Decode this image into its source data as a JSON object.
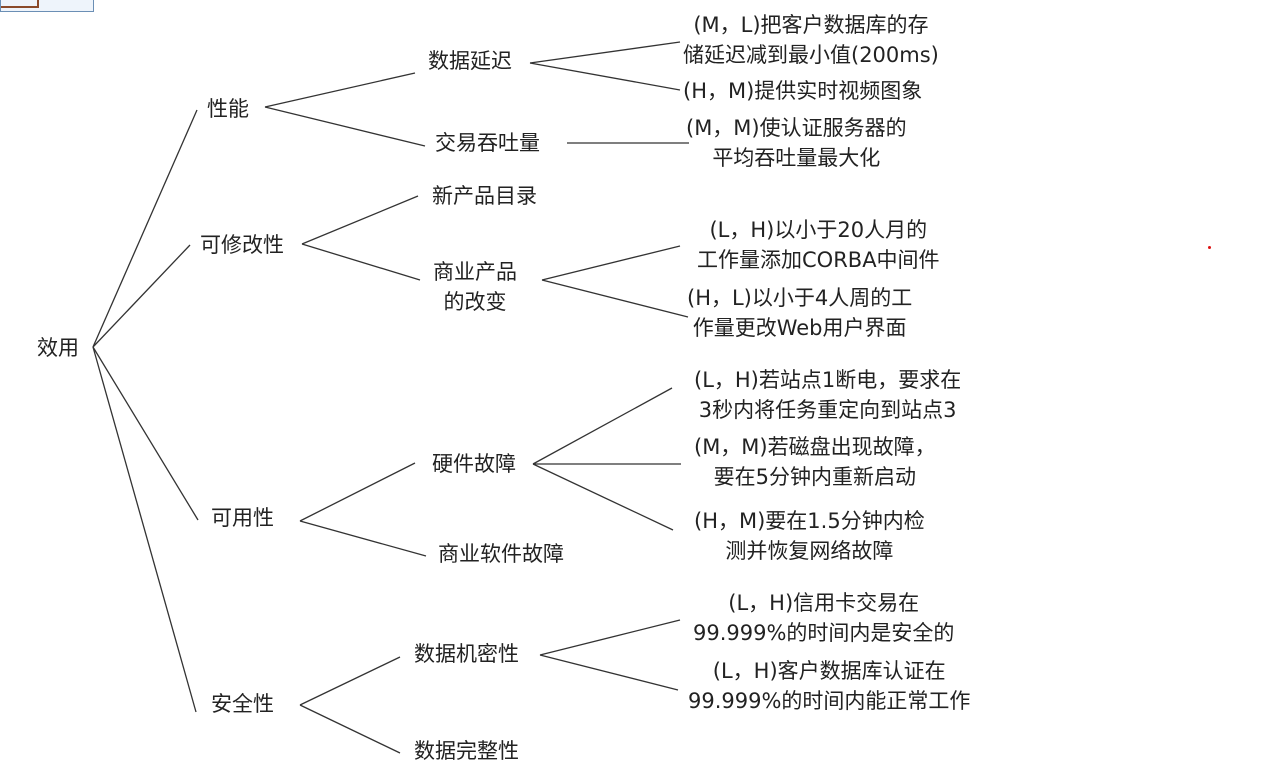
{
  "root": "效用",
  "attributes": [
    {
      "name": "性能",
      "refinements": [
        {
          "name": "数据延迟",
          "scenarios": [
            [
              "(M，L)把客户数据库的存",
              "储延迟减到最小值(200ms)"
            ],
            [
              "(H，M)提供实时视频图象"
            ]
          ]
        },
        {
          "name": "交易吞吐量",
          "scenarios": [
            [
              "(M，M)使认证服务器的",
              "平均吞吐量最大化"
            ]
          ]
        }
      ]
    },
    {
      "name": "可修改性",
      "refinements": [
        {
          "name": "新产品目录",
          "scenarios": []
        },
        {
          "name": "商业产品的改变",
          "name_lines": [
            "商业产品",
            "的改变"
          ],
          "scenarios": [
            [
              "(L，H)以小于20人月的",
              "工作量添加CORBA中间件"
            ],
            [
              "(H，L)以小于4人周的工",
              "作量更改Web用户界面"
            ]
          ]
        }
      ]
    },
    {
      "name": "可用性",
      "refinements": [
        {
          "name": "硬件故障",
          "scenarios": [
            [
              "(L，H)若站点1断电，要求在",
              "3秒内将任务重定向到站点3"
            ],
            [
              "(M，M)若磁盘出现故障，",
              "要在5分钟内重新启动"
            ],
            [
              "(H，M)要在1.5分钟内检",
              "测并恢复网络故障"
            ]
          ]
        },
        {
          "name": "商业软件故障",
          "scenarios": []
        }
      ]
    },
    {
      "name": "安全性",
      "refinements": [
        {
          "name": "数据机密性",
          "scenarios": [
            [
              "(L，H)信用卡交易在",
              "99.999%的时间内是安全的"
            ],
            [
              "(L，H)客户数据库认证在",
              "99.999%的时间内能正常工作"
            ]
          ]
        },
        {
          "name": "数据完整性",
          "scenarios": []
        }
      ]
    }
  ]
}
